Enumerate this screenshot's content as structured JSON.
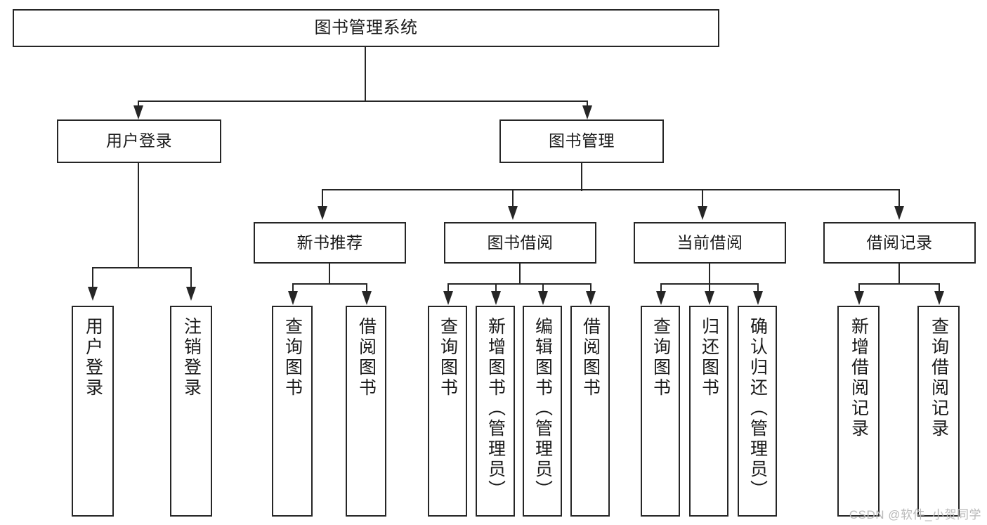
{
  "diagram": {
    "type": "tree",
    "title": "图书管理系统",
    "orientation": "top-down",
    "colors": {
      "box_border": "#262626",
      "box_fill": "#ffffff",
      "connector": "#262626",
      "text": "#1a1a1a",
      "watermark": "#b9b9b9",
      "background": "#ffffff"
    },
    "nodes": {
      "root": {
        "label": "图书管理系统",
        "level": 1,
        "orientation": "horizontal"
      },
      "l2": [
        {
          "id": "user-login",
          "label": "用户登录",
          "level": 2,
          "orientation": "horizontal"
        },
        {
          "id": "book-manage",
          "label": "图书管理",
          "level": 2,
          "orientation": "horizontal"
        }
      ],
      "l3": [
        {
          "id": "new-book-rec",
          "label": "新书推荐",
          "level": 3,
          "orientation": "horizontal",
          "parent": "book-manage"
        },
        {
          "id": "book-borrow",
          "label": "图书借阅",
          "level": 3,
          "orientation": "horizontal",
          "parent": "book-manage"
        },
        {
          "id": "current-borrow",
          "label": "当前借阅",
          "level": 3,
          "orientation": "horizontal",
          "parent": "book-manage"
        },
        {
          "id": "borrow-record",
          "label": "借阅记录",
          "level": 3,
          "orientation": "horizontal",
          "parent": "book-manage"
        }
      ],
      "leaves": [
        {
          "id": "leaf-user-login",
          "label": "用户登录",
          "parent": "user-login",
          "orientation": "vertical"
        },
        {
          "id": "leaf-user-logout",
          "label": "注销登录",
          "parent": "user-login",
          "orientation": "vertical"
        },
        {
          "id": "leaf-query-book-1",
          "label": "查询图书",
          "parent": "new-book-rec",
          "orientation": "vertical"
        },
        {
          "id": "leaf-borrow-book-1",
          "label": "借阅图书",
          "parent": "new-book-rec",
          "orientation": "vertical"
        },
        {
          "id": "leaf-query-book-2",
          "label": "查询图书",
          "parent": "book-borrow",
          "orientation": "vertical"
        },
        {
          "id": "leaf-add-book",
          "label": "新增图书（管理员）",
          "parent": "book-borrow",
          "orientation": "vertical"
        },
        {
          "id": "leaf-edit-book",
          "label": "编辑图书（管理员）",
          "parent": "book-borrow",
          "orientation": "vertical"
        },
        {
          "id": "leaf-borrow-book-2",
          "label": "借阅图书",
          "parent": "book-borrow",
          "orientation": "vertical"
        },
        {
          "id": "leaf-query-book-3",
          "label": "查询图书",
          "parent": "current-borrow",
          "orientation": "vertical"
        },
        {
          "id": "leaf-return-book",
          "label": "归还图书",
          "parent": "current-borrow",
          "orientation": "vertical"
        },
        {
          "id": "leaf-confirm-return",
          "label": "确认归还（管理员）",
          "parent": "current-borrow",
          "orientation": "vertical"
        },
        {
          "id": "leaf-add-record",
          "label": "新增借阅记录",
          "parent": "borrow-record",
          "orientation": "vertical"
        },
        {
          "id": "leaf-query-record",
          "label": "查询借阅记录",
          "parent": "borrow-record",
          "orientation": "vertical"
        }
      ]
    }
  },
  "watermark": {
    "text": "CSDN @软件_小贺同学"
  }
}
